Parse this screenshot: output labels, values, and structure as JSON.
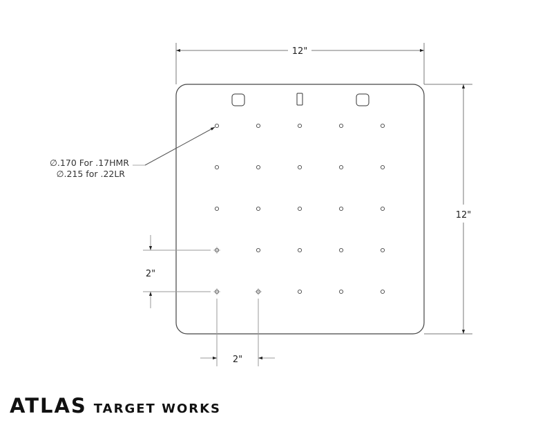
{
  "drawing": {
    "width_label": "12\"",
    "height_label": "12\"",
    "hole_spacing_vertical_label": "2\"",
    "hole_spacing_horizontal_label": "2\"",
    "hole_note_line1": "∅.170 For .17HMR",
    "hole_note_line2": "∅.215 for .22LR",
    "hole_grid": {
      "rows": 5,
      "columns": 5
    }
  },
  "logo": {
    "brand": "ATLAS",
    "tagline": "TARGET WORKS"
  }
}
